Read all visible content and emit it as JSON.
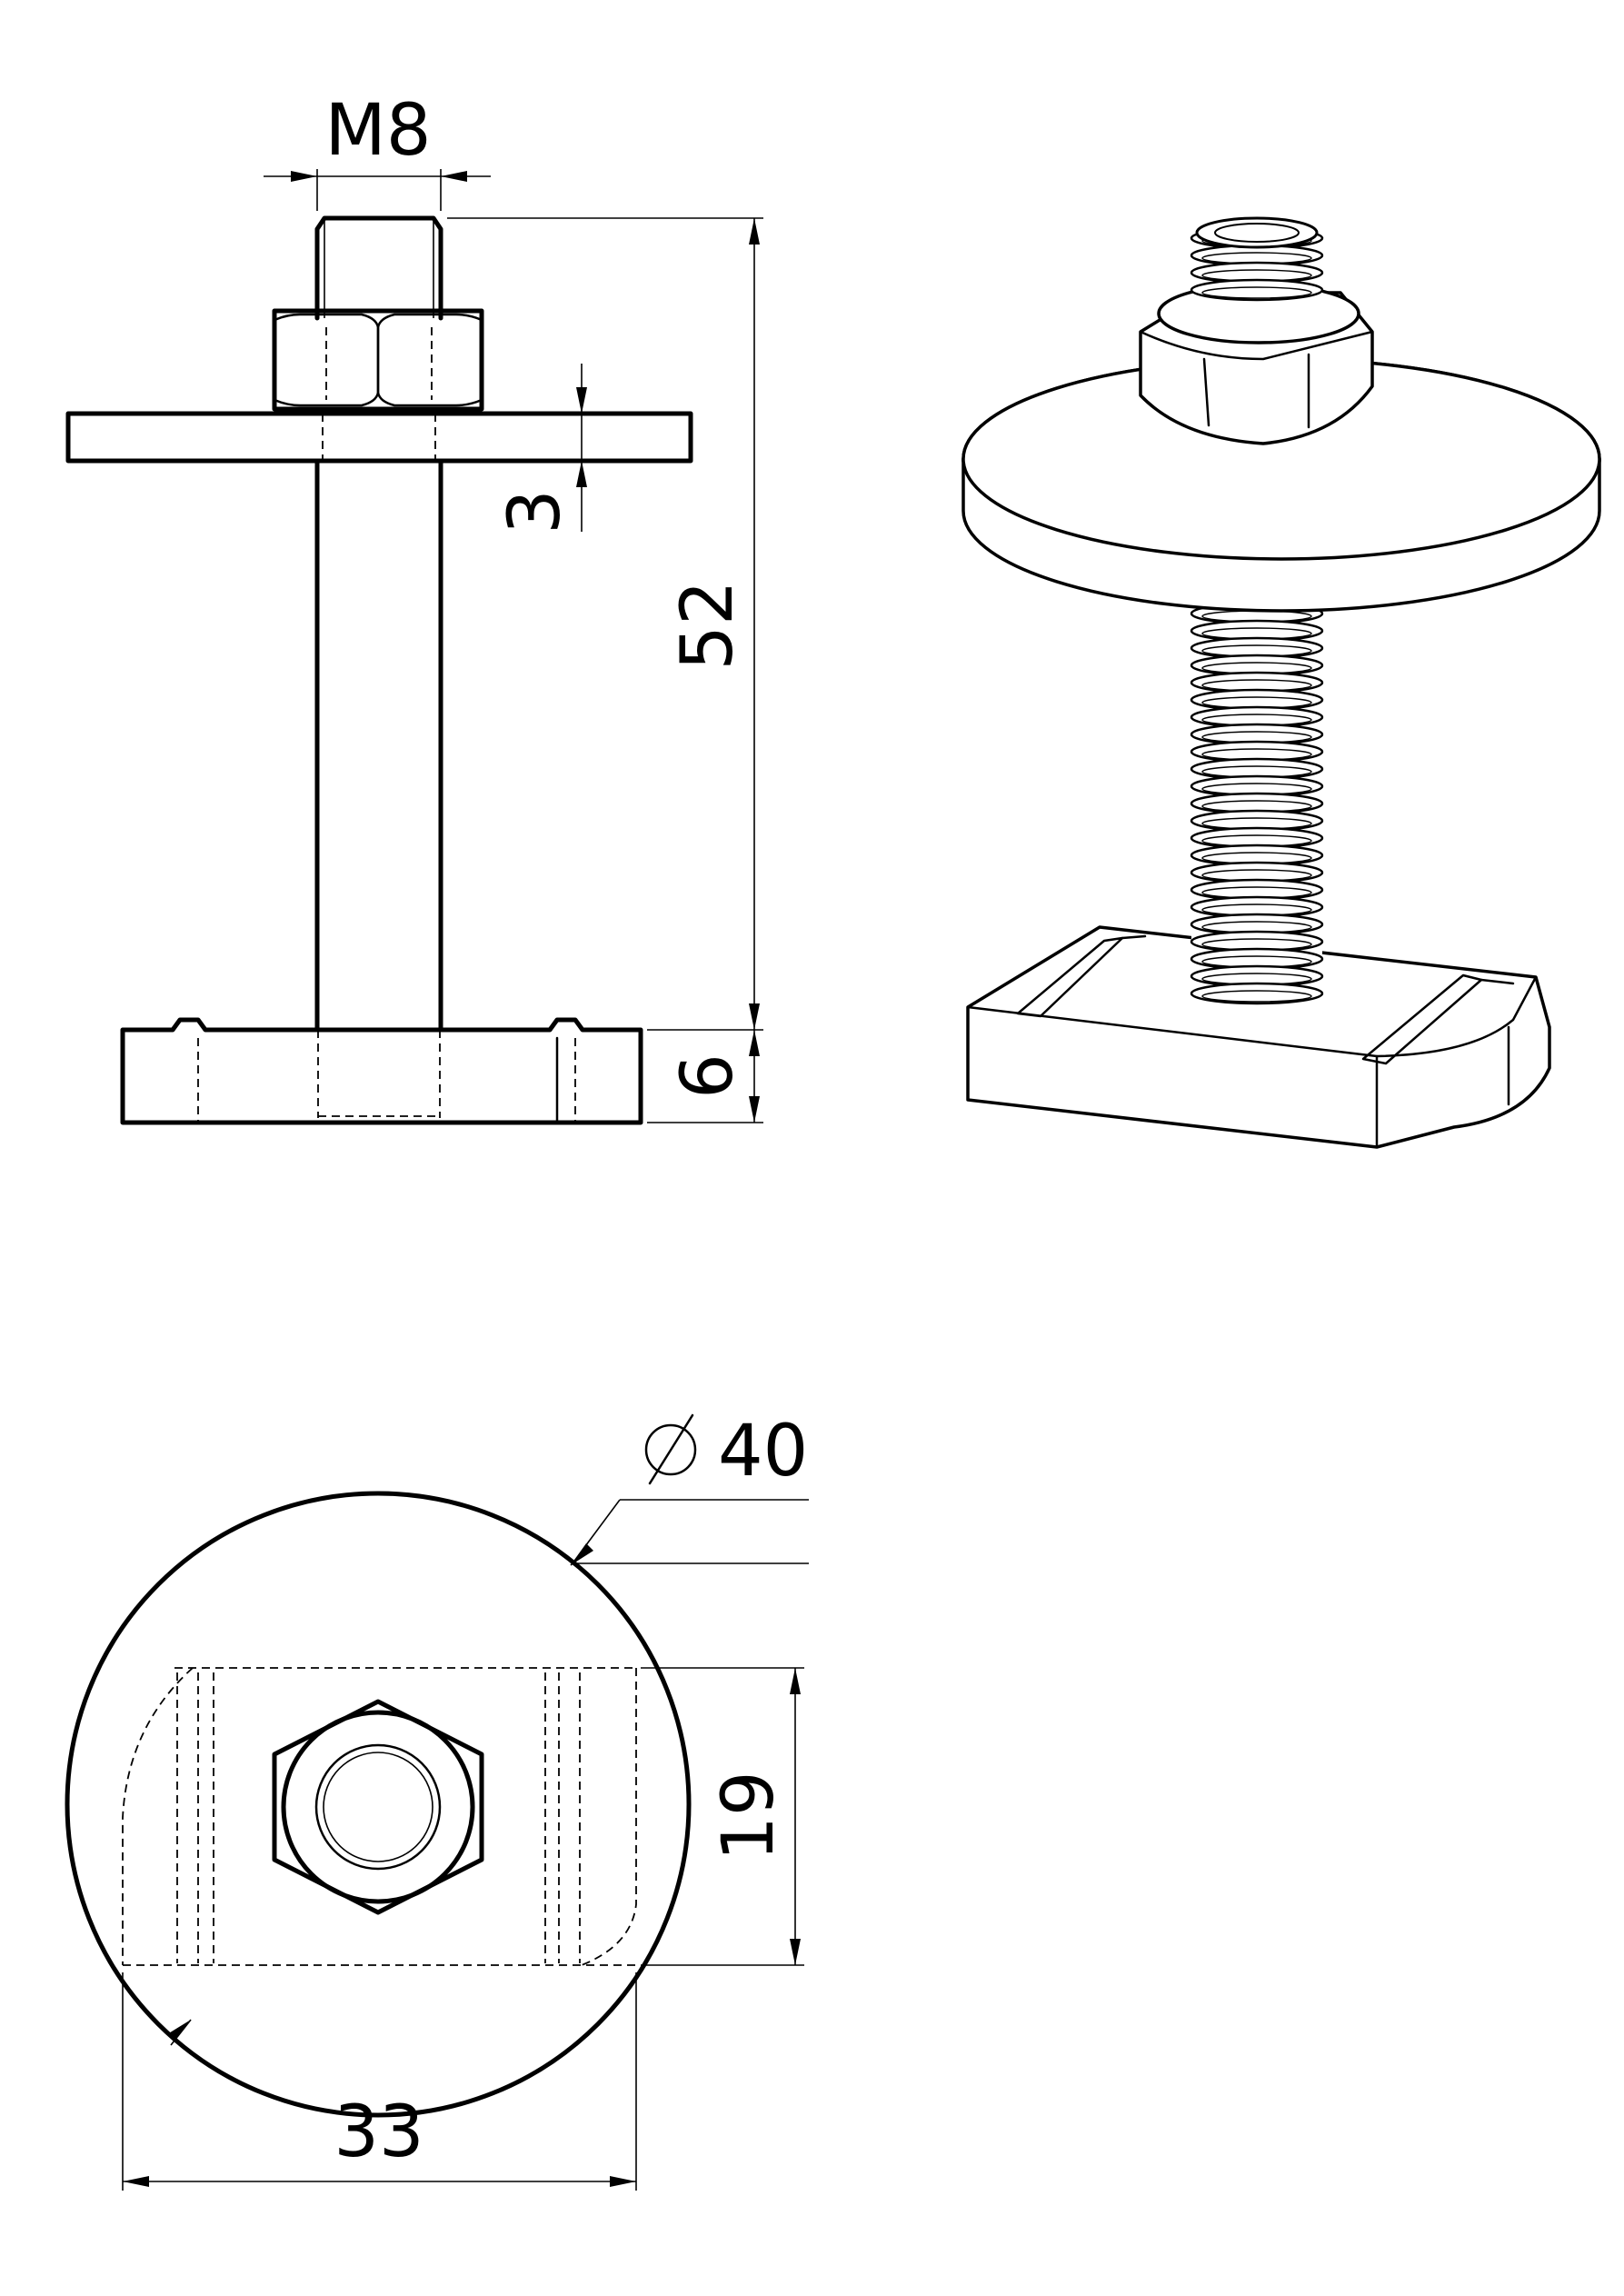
{
  "dimensions": {
    "thread": "M8",
    "washer_thickness": "3",
    "overall_height": "52",
    "nut_height": "6",
    "washer_diameter": "40",
    "nut_width": "19",
    "nut_length": "33"
  }
}
